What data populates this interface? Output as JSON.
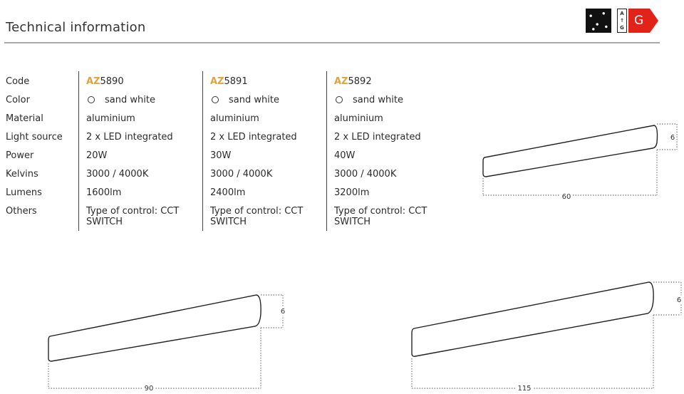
{
  "header": {
    "title": "Technical information",
    "energy_label": {
      "scale_top": "A",
      "scale_arrow": "↑",
      "scale_bottom": "G",
      "class": "G",
      "class_color": "#e2231a"
    }
  },
  "spec_table": {
    "row_labels": [
      "Code",
      "Color",
      "Material",
      "Light source",
      "Power",
      "Kelvins",
      "Lumens",
      "Others"
    ],
    "code_prefix_color": "#e0a33a",
    "products": [
      {
        "code_prefix": "AZ",
        "code_number": "5890",
        "color": "sand white",
        "material": "aluminium",
        "light_source": "2 x LED integrated",
        "power": "20W",
        "kelvins": "3000 / 4000K",
        "lumens": "1600lm",
        "others": "Type of control: CCT SWITCH"
      },
      {
        "code_prefix": "AZ",
        "code_number": "5891",
        "color": "sand white",
        "material": "aluminium",
        "light_source": "2 x LED integrated",
        "power": "30W",
        "kelvins": "3000 / 4000K",
        "lumens": "2400lm",
        "others": "Type of control: CCT SWITCH"
      },
      {
        "code_prefix": "AZ",
        "code_number": "5892",
        "color": "sand white",
        "material": "aluminium",
        "light_source": "2 x LED integrated",
        "power": "40W",
        "kelvins": "3000 / 4000K",
        "lumens": "3200lm",
        "others": "Type of control: CCT SWITCH"
      }
    ]
  },
  "drawings": [
    {
      "length": "60",
      "height": "6"
    },
    {
      "length": "90",
      "height": "6"
    },
    {
      "length": "115",
      "height": "6"
    }
  ]
}
